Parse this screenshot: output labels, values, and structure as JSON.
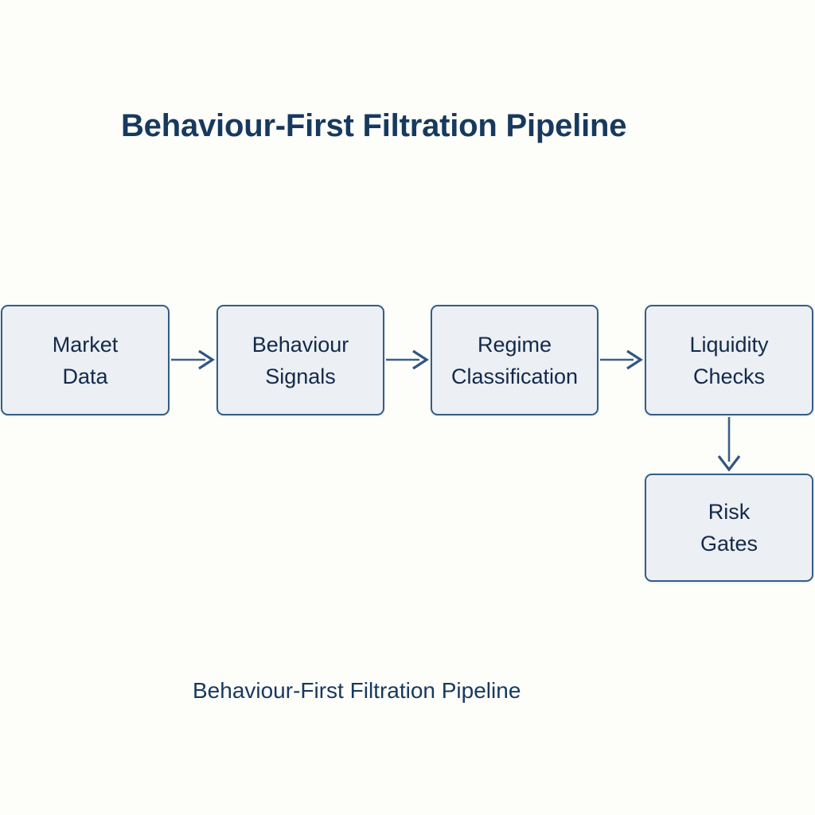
{
  "diagram": {
    "title": "Behaviour-First Filtration Pipeline",
    "caption": "Behaviour-First Filtration Pipeline",
    "type": "flowchart",
    "colors": {
      "background": "#fdfdfa",
      "node_fill": "#eceff3",
      "node_border": "#335e86",
      "node_text": "#13294b",
      "title_text": "#17395e",
      "arrow": "#3d6186"
    },
    "nodes": [
      {
        "id": "market-data",
        "line1": "Market",
        "line2": "Data"
      },
      {
        "id": "behaviour-signals",
        "line1": "Behaviour",
        "line2": "Signals"
      },
      {
        "id": "regime-classification",
        "line1": "Regime",
        "line2": "Classification"
      },
      {
        "id": "liquidity-checks",
        "line1": "Liquidity",
        "line2": "Checks"
      },
      {
        "id": "risk-gates",
        "line1": "Risk",
        "line2": "Gates"
      }
    ],
    "edges": [
      {
        "from": "market-data",
        "to": "behaviour-signals",
        "direction": "right"
      },
      {
        "from": "behaviour-signals",
        "to": "regime-classification",
        "direction": "right"
      },
      {
        "from": "regime-classification",
        "to": "liquidity-checks",
        "direction": "right"
      },
      {
        "from": "liquidity-checks",
        "to": "risk-gates",
        "direction": "down"
      }
    ]
  }
}
